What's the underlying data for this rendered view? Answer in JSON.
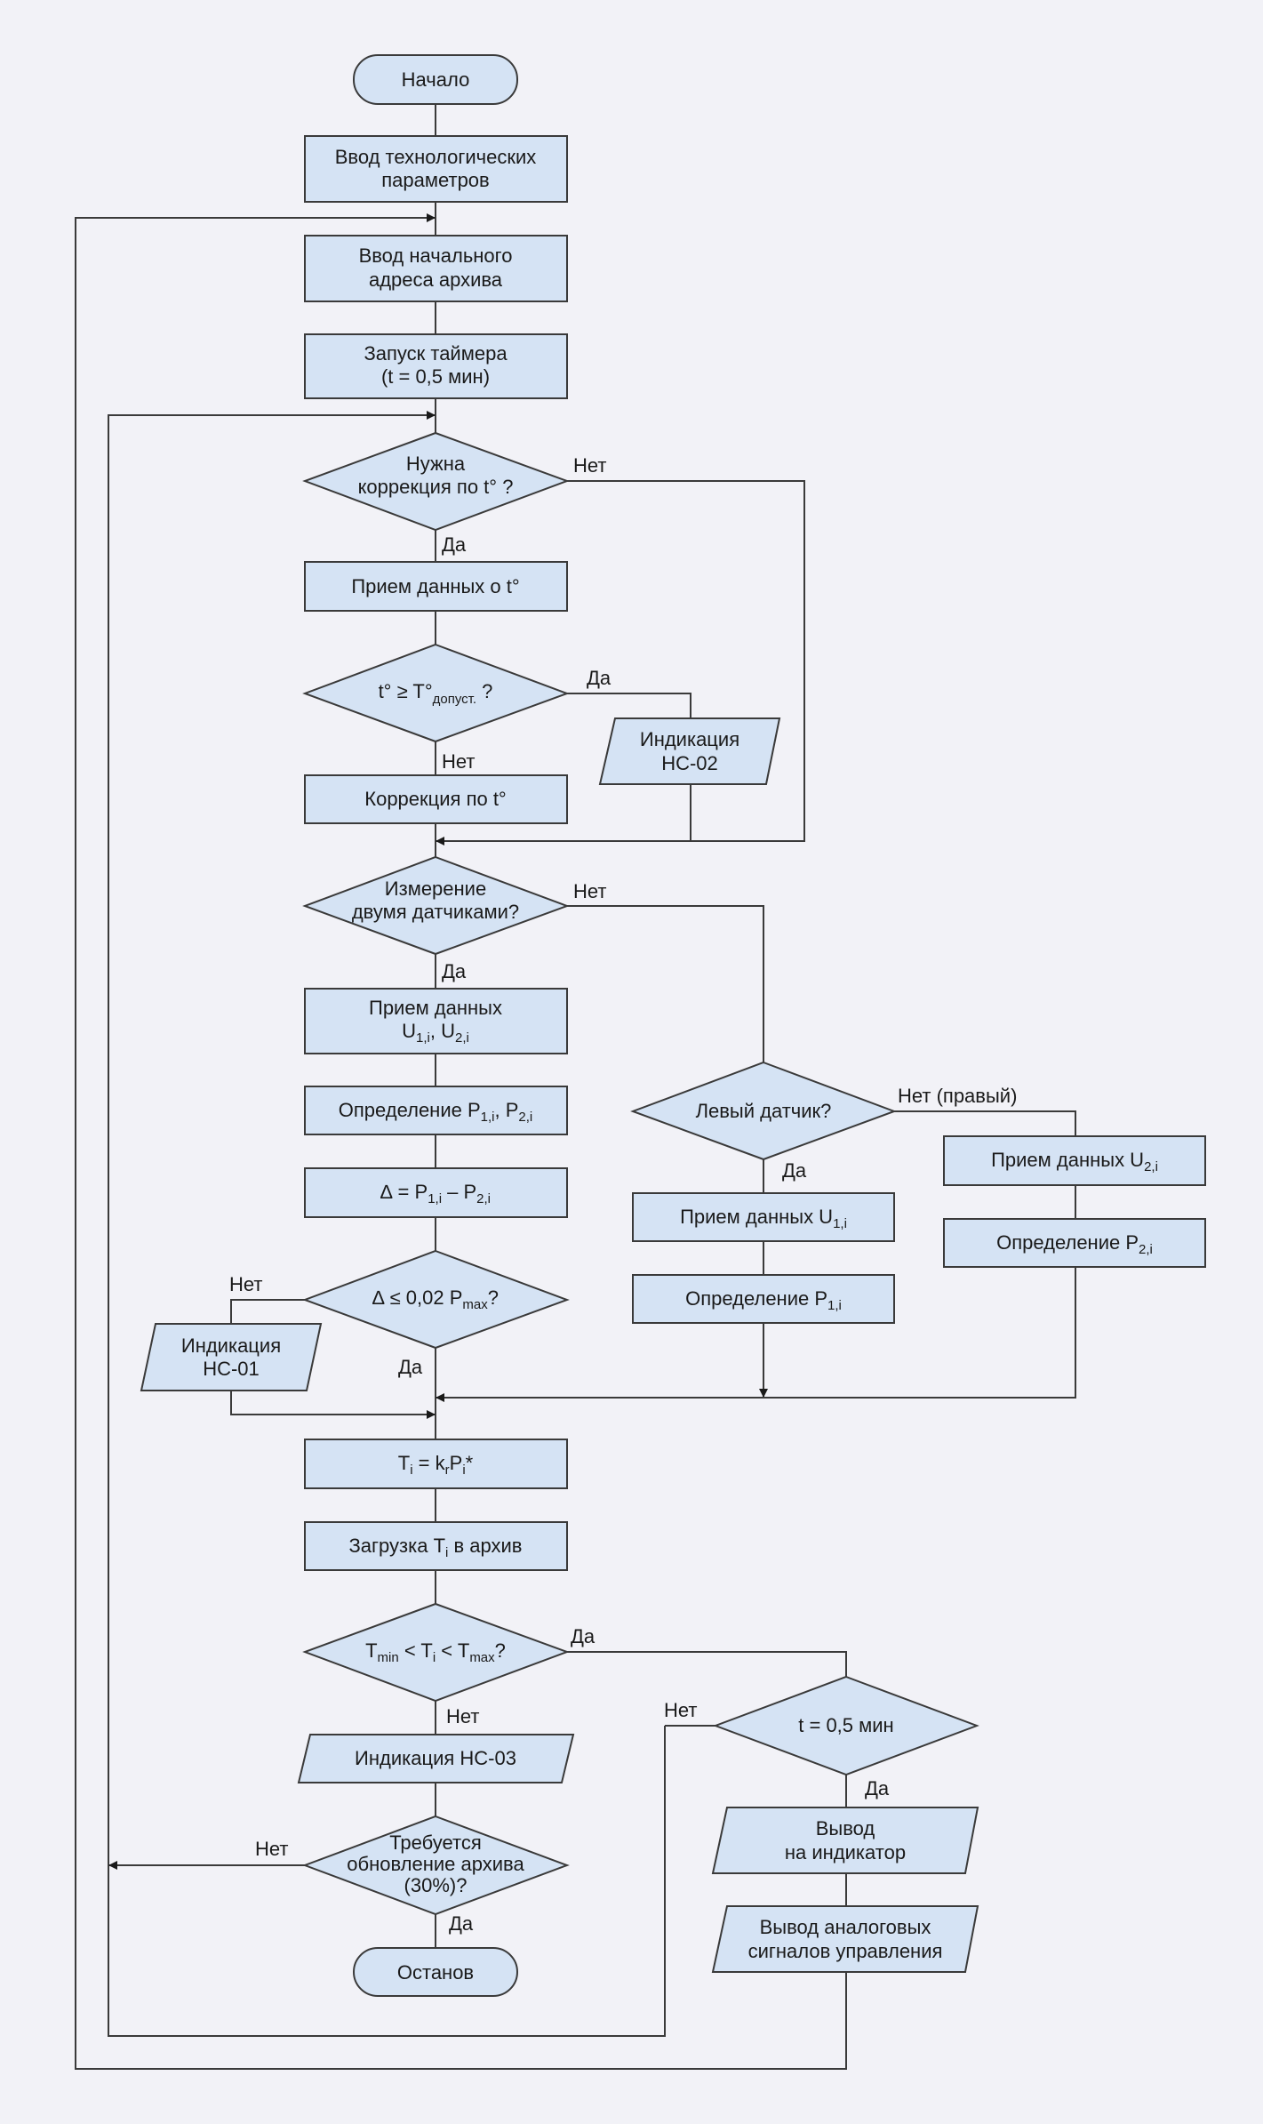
{
  "nodes": {
    "start": "Начало",
    "tech_params": [
      "Ввод технологических",
      "параметров"
    ],
    "archive_addr": [
      "Ввод начального",
      "адреса архива"
    ],
    "timer": [
      "Запуск таймера",
      "(t = 0,5 мин)"
    ],
    "need_temp_corr": [
      "Нужна",
      "коррекция по t° ?"
    ],
    "recv_temp": "Прием данных о t°",
    "temp_check": {
      "base": "t° ≥ T°",
      "sub": "допуст.",
      "tail": " ?"
    },
    "ind_hc02": [
      "Индикация",
      "НС-02"
    ],
    "temp_corr": "Коррекция по t°",
    "two_sensors": [
      "Измерение",
      "двумя датчиками?"
    ],
    "recv_u12": {
      "line1": "Прием данных",
      "u": "U",
      "sub1": "1,i",
      "sep": ", U",
      "sub2": "2,i"
    },
    "def_p12": {
      "base": "Определение P",
      "sub1": "1,i",
      "sep": ", P",
      "sub2": "2,i"
    },
    "delta": {
      "base": "∆ = P",
      "sub1": "1,i",
      "sep": " – P",
      "sub2": "2,i"
    },
    "delta_check": {
      "base": "∆ ≤ 0,02 P",
      "sub": "max",
      "tail": "?"
    },
    "ind_hc01": [
      "Индикация",
      "НС-01"
    ],
    "left_sensor": "Левый датчик?",
    "recv_u1": {
      "base": "Прием данных U",
      "sub": "1,i"
    },
    "def_p1": {
      "base": "Определение P",
      "sub": "1,i"
    },
    "recv_u2": {
      "base": "Прием данных U",
      "sub": "2,i"
    },
    "def_p2": {
      "base": "Определение P",
      "sub": "2,i"
    },
    "ti_calc": {
      "t": "T",
      "t_sub": "i",
      "eq": " = k",
      "k_sub": "r",
      "p": "P",
      "p_sub": "i",
      "star": "*"
    },
    "load_ti": {
      "pre": "Загрузка T",
      "sub": "i",
      "post": " в архив"
    },
    "range_check": {
      "t1": "T",
      "s1": "min",
      "m1": " < T",
      "s2": "i",
      "m2": " < T",
      "s3": "max",
      "tail": "?"
    },
    "t05": "t = 0,5 мин",
    "ind_hc03": "Индикация НС-03",
    "update_archive": [
      "Требуется",
      "обновление архива",
      "(30%)?"
    ],
    "output_ind": [
      "Вывод",
      "на индикатор"
    ],
    "output_analog": [
      "Вывод аналоговых",
      "сигналов управления"
    ],
    "stop": "Останов"
  },
  "edges": {
    "yes": "Да",
    "no": "Нет",
    "no_right": "Нет (правый)"
  }
}
